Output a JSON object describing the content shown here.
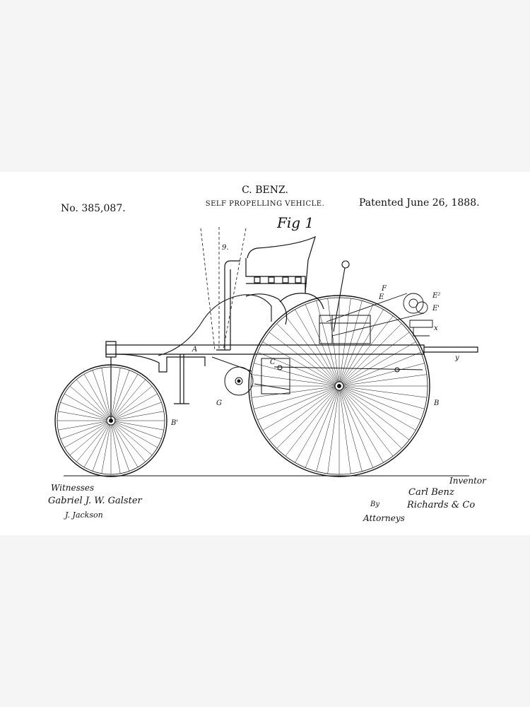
{
  "header": {
    "patent_number": "No. 385,087.",
    "inventor": "C. BENZ.",
    "title": "SELF PROPELLING VEHICLE.",
    "date": "Patented June 26, 1888."
  },
  "figure": {
    "label": "Fig 1",
    "reference_letters": {
      "a": "A",
      "b": "B",
      "b_prime": "B'",
      "c": "C",
      "e": "E",
      "e_prime": "E'",
      "e_sup": "E²",
      "f": "F",
      "g": "G",
      "x": "x",
      "y": "y",
      "nine": "9."
    }
  },
  "footer": {
    "witnesses_label": "Witnesses",
    "witness_1": "Gabriel J. W. Galster",
    "witness_2": "J. Jackson",
    "inventor_label": "Inventor",
    "inventor_signature": "Carl Benz",
    "by_label": "By",
    "attorney_signature": "Richards & Co",
    "attorneys_label": "Attorneys"
  },
  "colors": {
    "ink": "#111111",
    "paper": "#ffffff",
    "background": "#f5f5f5"
  }
}
